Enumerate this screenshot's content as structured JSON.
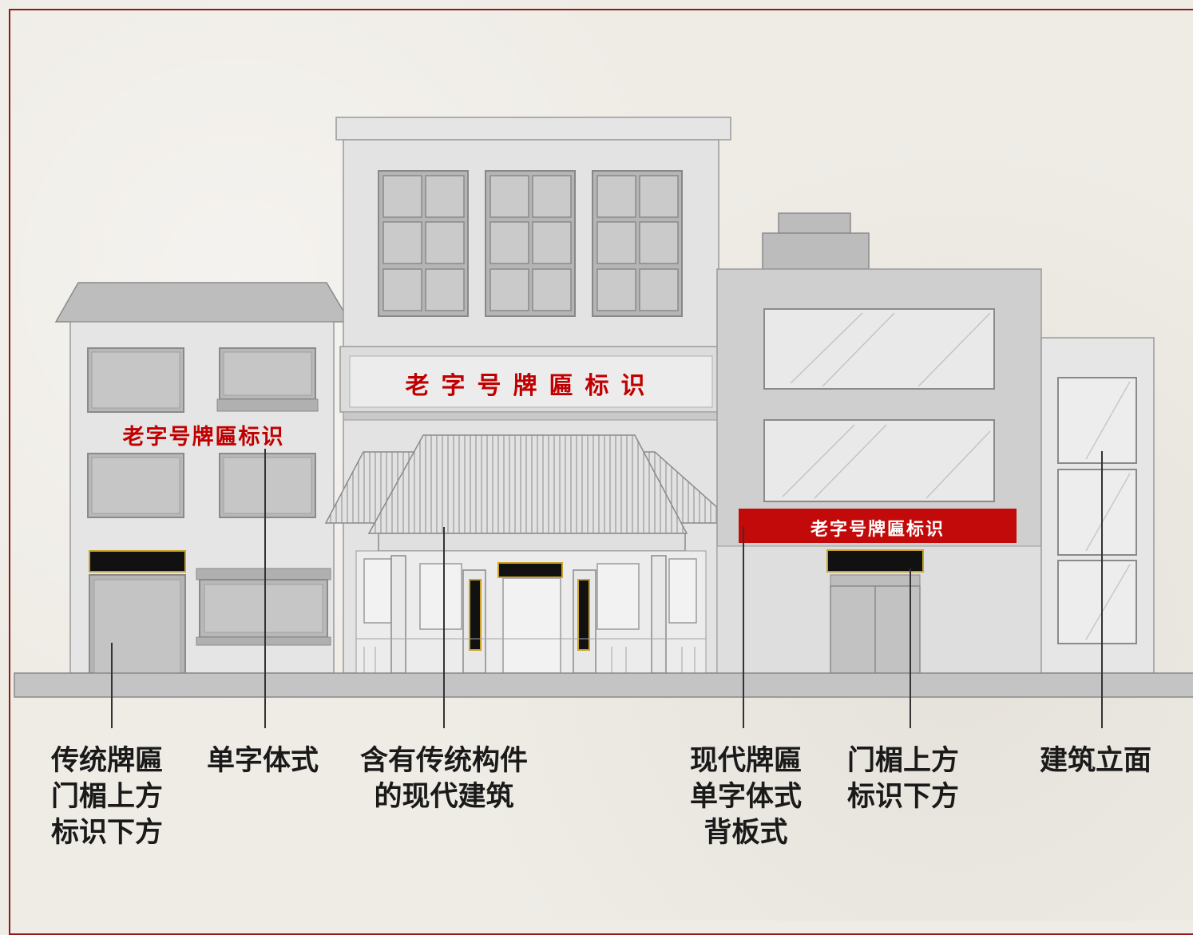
{
  "sign_text": "老字号牌匾标识",
  "colors": {
    "frame": "#8d1b1b",
    "sign_red": "#c00000",
    "signboard_red": "#c20a0a",
    "dark_plaque": "#111111",
    "plaque_border": "#c9a227"
  },
  "labels": [
    {
      "lines": [
        "传统牌匾",
        "门楣上方",
        "标识下方"
      ]
    },
    {
      "lines": [
        "单字体式"
      ]
    },
    {
      "lines": [
        "含有传统构件",
        "的现代建筑"
      ]
    },
    {
      "lines": [
        "现代牌匾",
        "单字体式",
        "背板式"
      ]
    },
    {
      "lines": [
        "门楣上方",
        "标识下方"
      ]
    },
    {
      "lines": [
        "建筑立面"
      ]
    }
  ]
}
